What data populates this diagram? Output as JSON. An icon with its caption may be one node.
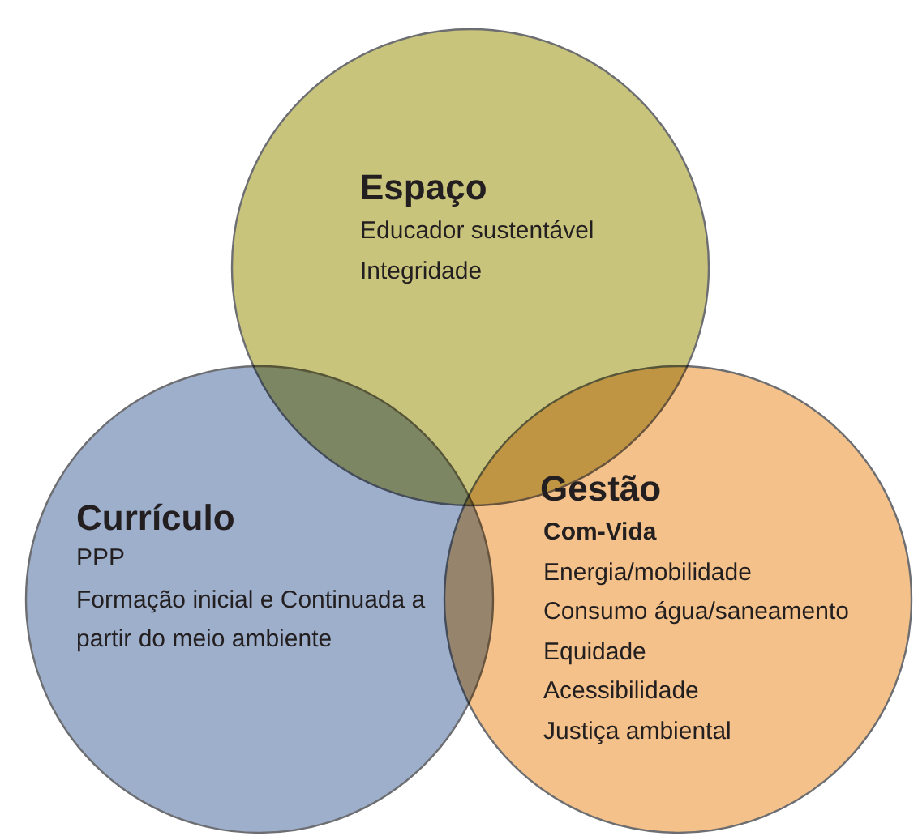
{
  "diagram": {
    "nodes": [
      {
        "text": [
          "Espaço",
          "Educador sustentável",
          "Integridade"
        ]
      },
      {
        "text": [
          "Currículo",
          "PPP",
          "Formação inicial e Continuada a partir do meio ambiente"
        ]
      },
      {
        "text": [
          "Gestão",
          "Com-Vida",
          "Energia/mobilidade",
          "Consumo água/saneamento",
          "Equidade",
          "Acessibilidade",
          "Justiça ambiental"
        ]
      }
    ],
    "edges": []
  }
}
